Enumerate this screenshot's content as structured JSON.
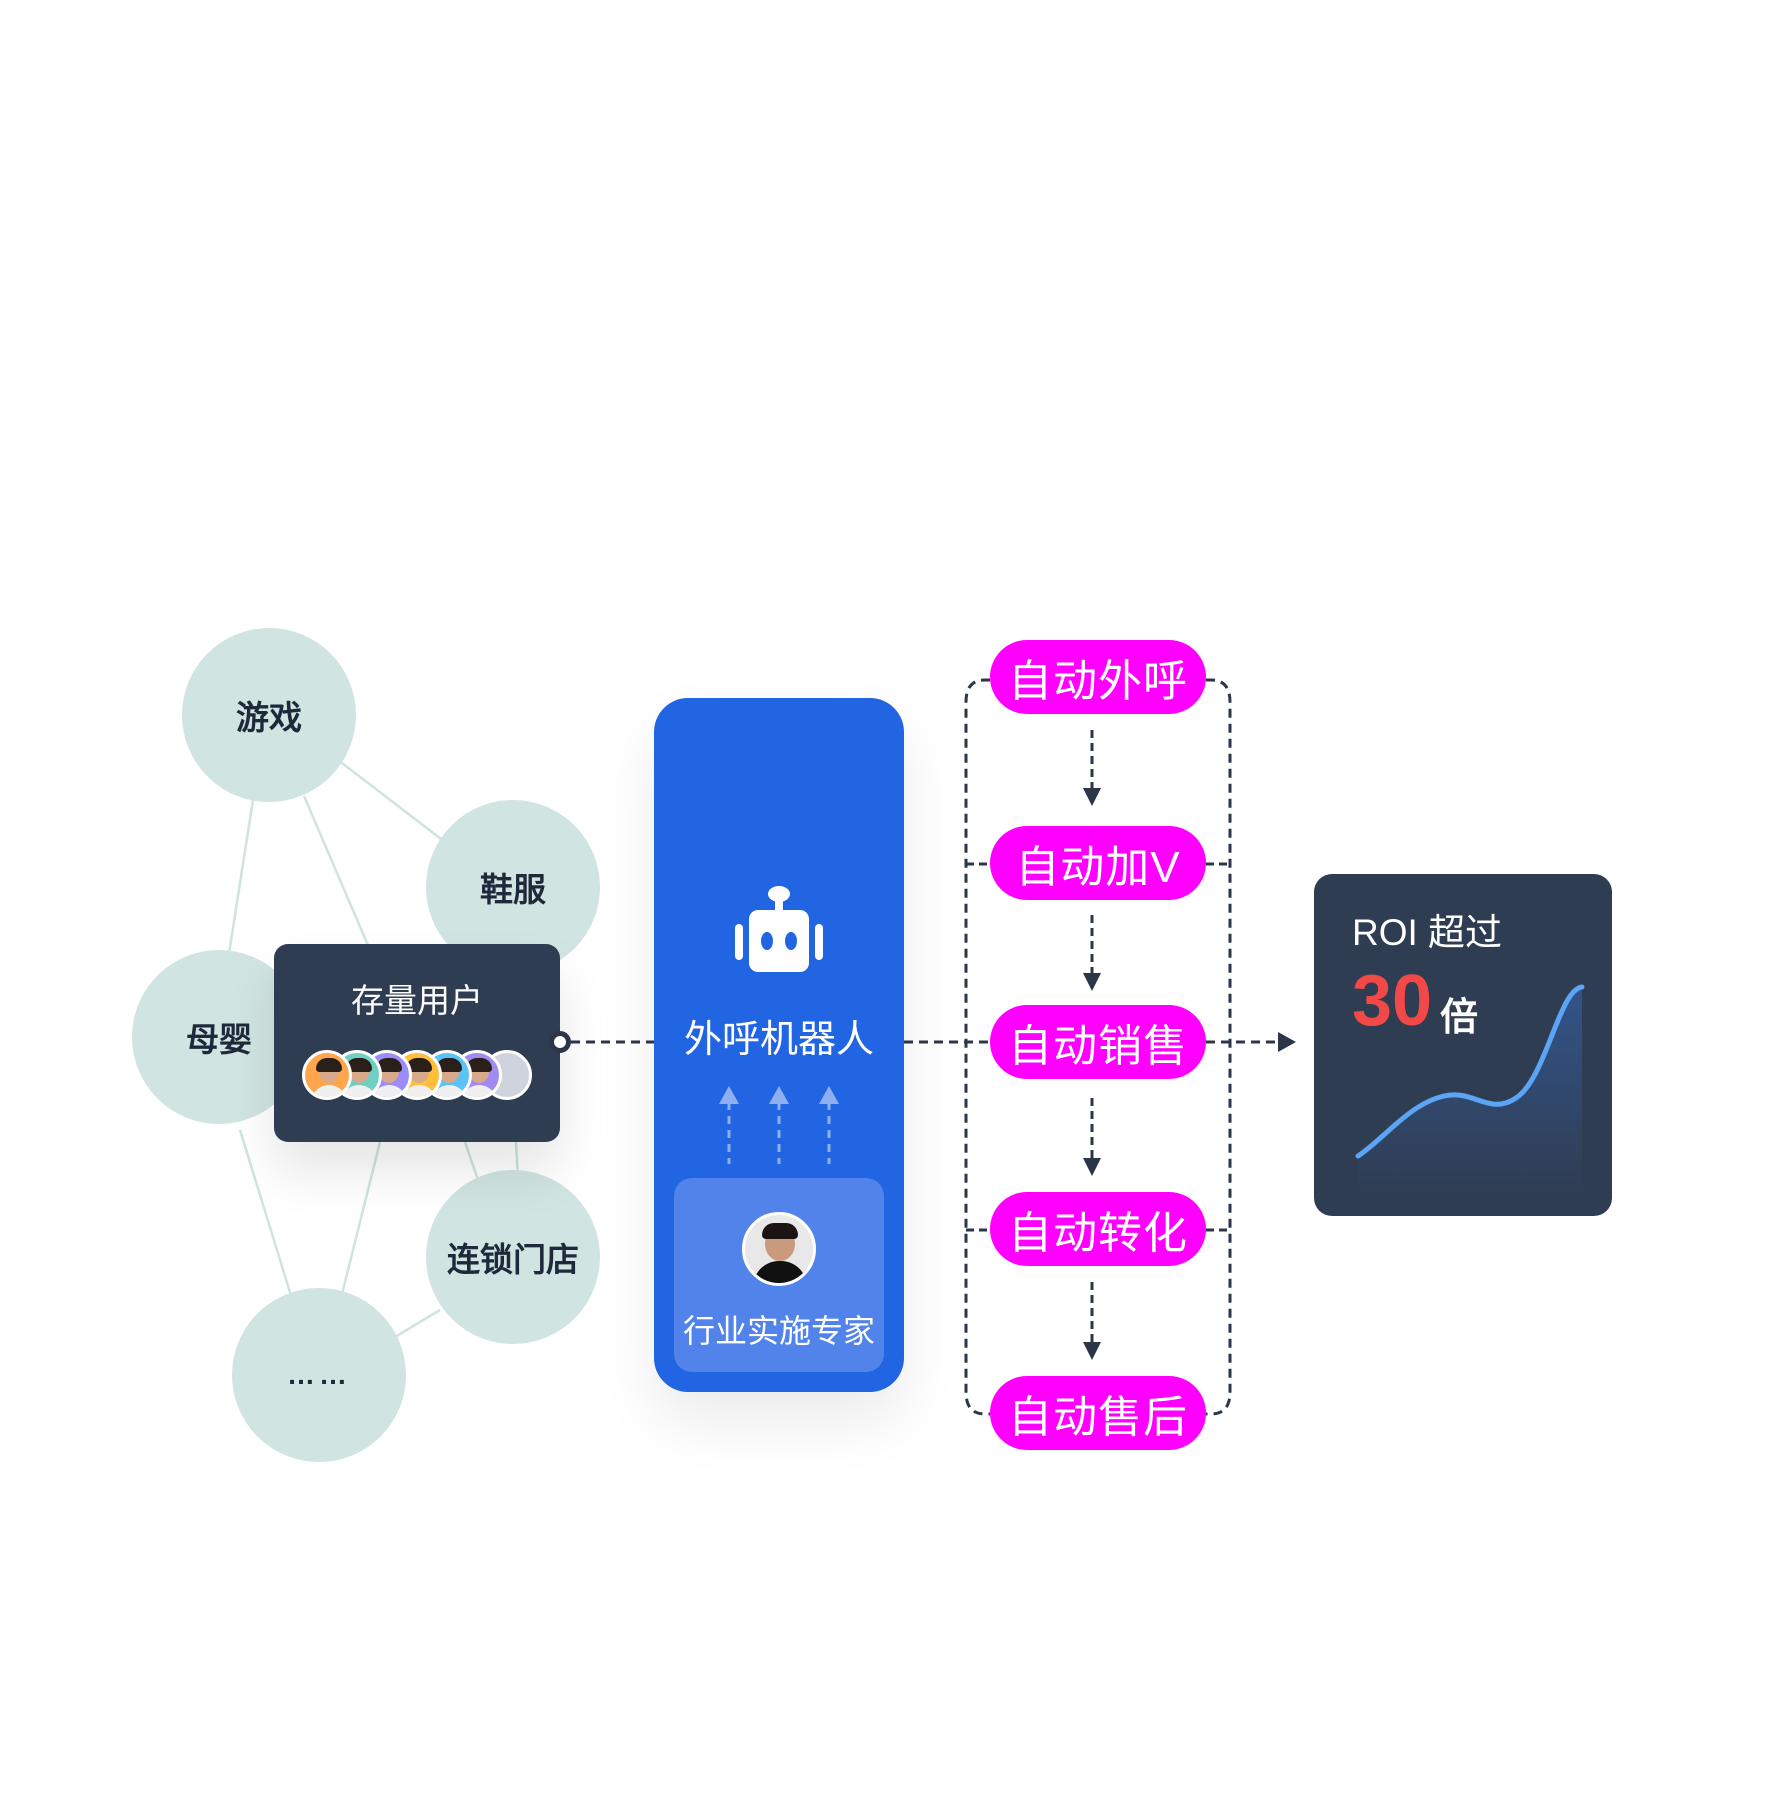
{
  "segments": {
    "nodes": [
      {
        "id": "game",
        "label": "游戏"
      },
      {
        "id": "shoes",
        "label": "鞋服"
      },
      {
        "id": "mother_baby",
        "label": "母婴"
      },
      {
        "id": "chain_store",
        "label": "连锁门店"
      },
      {
        "id": "more",
        "label": "……"
      }
    ],
    "stock_users": {
      "title": "存量用户",
      "avatar_colors": [
        "#ffa54c",
        "#6fcfc0",
        "#9c8cf7",
        "#ffbe3c",
        "#5ac2f5",
        "#a08bf2",
        "#cfd3de"
      ]
    }
  },
  "robot": {
    "icon": "robot-icon",
    "label": "外呼机器人",
    "expert": {
      "icon": "expert-avatar",
      "label": "行业实施专家"
    }
  },
  "pipeline": {
    "steps": [
      "自动外呼",
      "自动加V",
      "自动销售",
      "自动转化",
      "自动售后"
    ]
  },
  "roi": {
    "title": "ROI 超过",
    "value": "30",
    "unit": "倍"
  },
  "colors": {
    "node_fill": "#d0e4e1",
    "card_dark": "#2f3d52",
    "robot_blue": "#2265e3",
    "pill_magenta": "#ff00ff",
    "roi_red": "#f24848",
    "trend_line": "#5aa5f5"
  }
}
